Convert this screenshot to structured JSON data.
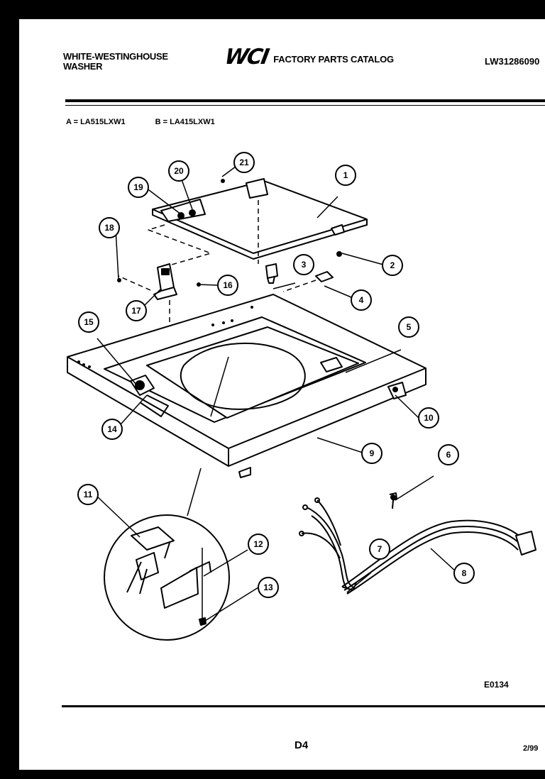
{
  "header": {
    "brand_line1": "WHITE-WESTINGHOUSE",
    "brand_line2": "WASHER",
    "logo": "WCI",
    "catalog_title": "FACTORY PARTS CATALOG",
    "doc_number": "LW31286090"
  },
  "models": {
    "a": "A = LA515LXW1",
    "b": "B = LA415LXW1"
  },
  "callouts": [
    "1",
    "2",
    "3",
    "4",
    "5",
    "6",
    "7",
    "8",
    "9",
    "10",
    "11",
    "12",
    "13",
    "14",
    "15",
    "16",
    "17",
    "18",
    "19",
    "20",
    "21"
  ],
  "footer": {
    "figure_code": "E0134",
    "page": "D4",
    "date": "2/99"
  }
}
